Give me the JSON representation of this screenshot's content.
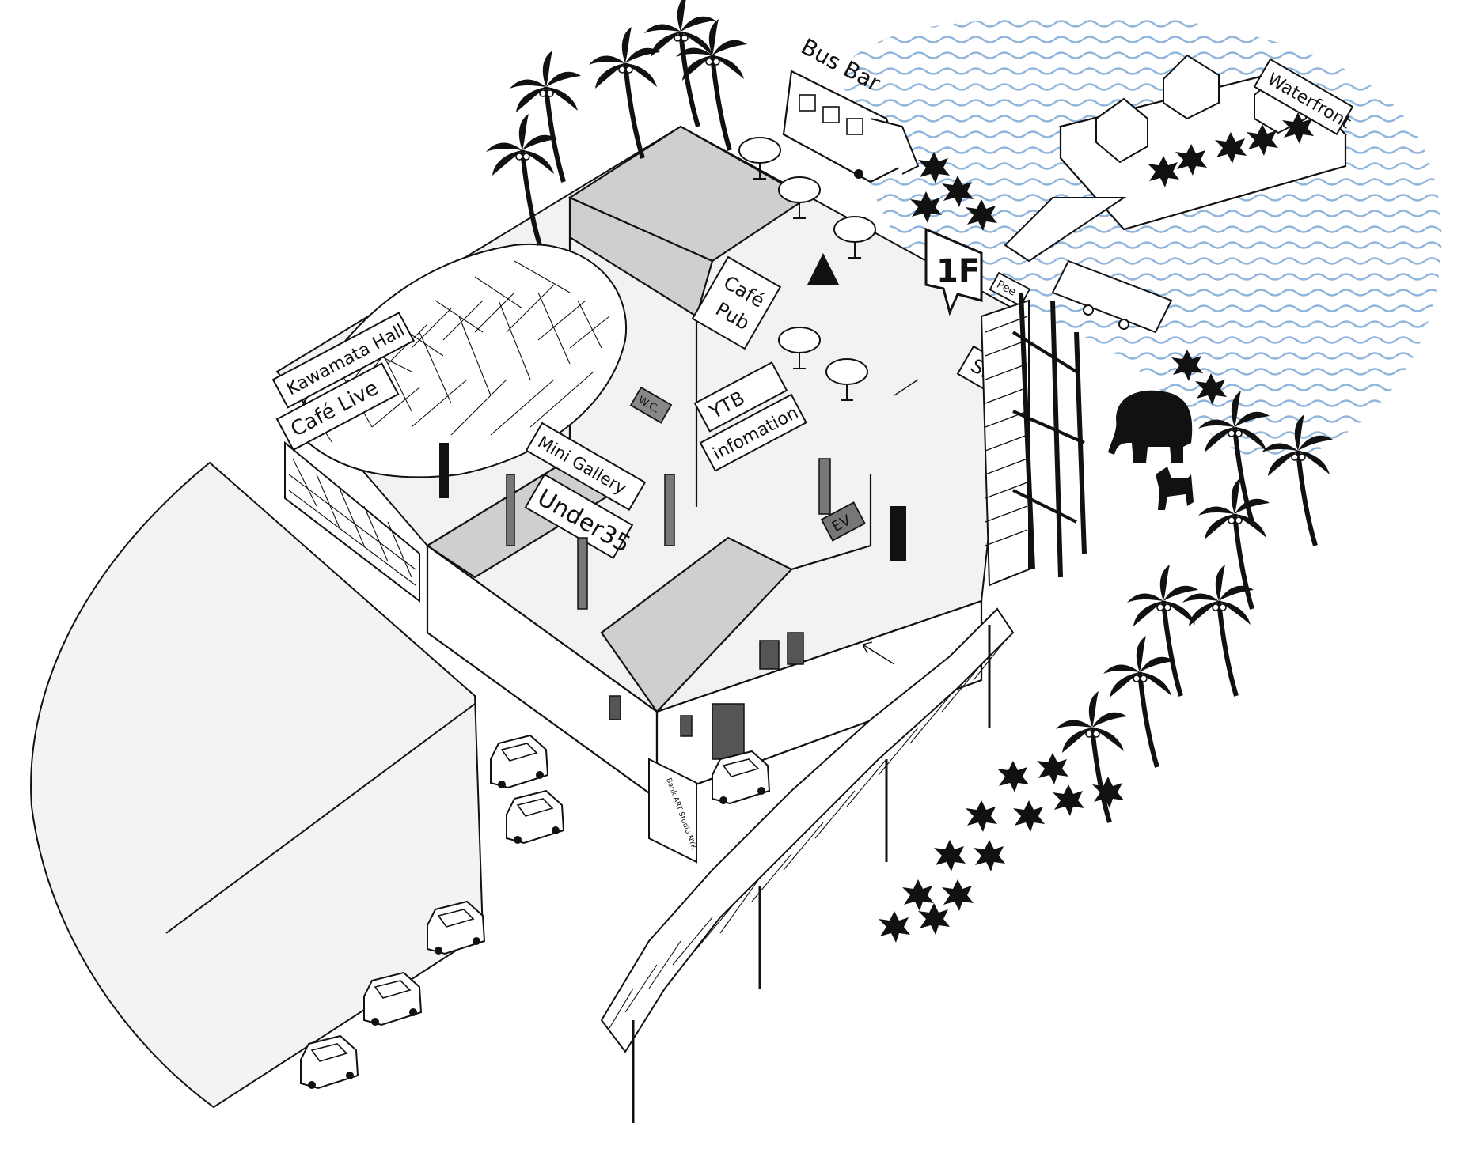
{
  "map": {
    "colors": {
      "water": "#8fb5dc",
      "roof": "#cfcfcf",
      "ink": "#111111",
      "ground": "#f3f3f3",
      "dark_mark": "#555555"
    },
    "labels": {
      "bus_bar": "Bus Bar",
      "waterfront": "Waterfront",
      "floor": "1F",
      "pee": "Pee",
      "shop": "Shop",
      "cafe_pub_line1": "Café",
      "cafe_pub_line2": "Pub",
      "kawamata_hall": "Kawamata Hall",
      "cafe_live": "Café Live",
      "wc": "W.C.",
      "ytb": "YTB",
      "information": "infomation",
      "mini_gallery": "Mini Gallery",
      "under35": "Under35",
      "ev": "EV",
      "studio_sign": "Bank ART Studio NYK"
    }
  }
}
